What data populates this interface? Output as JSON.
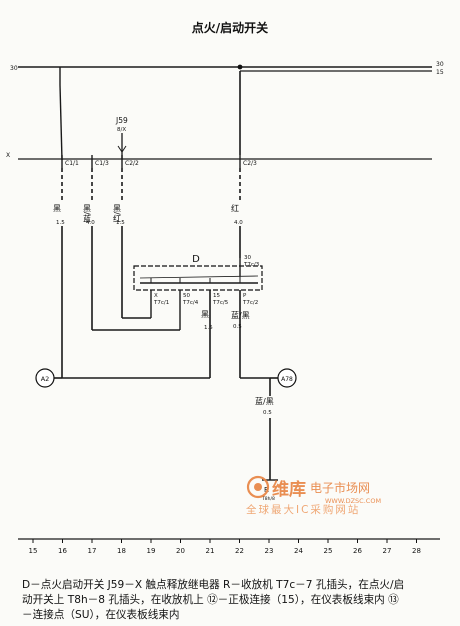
{
  "title": "点火/启动开关",
  "rails": {
    "left_top": "30",
    "right_top": "30",
    "right_second": "15",
    "left_mid": "X"
  },
  "j59": {
    "name": "J59",
    "pin": "8/X"
  },
  "switch_pins": {
    "c1_1": "C1/1",
    "c1_3": "C1/3",
    "c2_2": "C2/2",
    "c2_3": "C2/3"
  },
  "wires": {
    "black_left": {
      "color": "黑",
      "gauge": "1.5"
    },
    "black_blue": {
      "color": "黑/蓝",
      "gauge": "4.0"
    },
    "black_red": {
      "color": "黑/红",
      "gauge": "1.5"
    },
    "red": {
      "color": "红",
      "gauge": "4.0"
    },
    "black_low": {
      "color": "黑",
      "gauge": "1.5"
    },
    "blue_black": {
      "color": "蓝/黑",
      "gauge": "0.5"
    },
    "blue_black_low": {
      "color": "蓝/黑",
      "gauge": "0.5"
    }
  },
  "component_d": {
    "label": "D",
    "pins": {
      "p30": "30",
      "t3": "T7c/3",
      "px": "X",
      "t1": "T7c/1",
      "p50": "50",
      "t4": "T7c/4",
      "p15": "15",
      "t5": "T7c/5",
      "pp": "P",
      "t2": "T7c/2"
    }
  },
  "connectors": {
    "a2": "A2",
    "a78": "A78"
  },
  "radio": {
    "label": "R",
    "pin": "T8h/8"
  },
  "watermark": {
    "brand": "维库",
    "tagline": "电子市场网",
    "url": "WWW.DZSC.COM",
    "slogan": "全球最大IC采购网站"
  },
  "ruler": [
    "15",
    "16",
    "17",
    "18",
    "19",
    "20",
    "21",
    "22",
    "23",
    "24",
    "25",
    "26",
    "27",
    "28"
  ],
  "caption": {
    "line1": "D－点火启动开关   J59－X 触点释放继电器   R－收放机   T7c－7 孔插头，在点火/启",
    "line2": "动开关上   T8h－8 孔插头，在收放机上  ⑫－正极连接（15），在仪表板线束内  ⑬",
    "line3": "－连接点（SU），在仪表板线束内"
  }
}
